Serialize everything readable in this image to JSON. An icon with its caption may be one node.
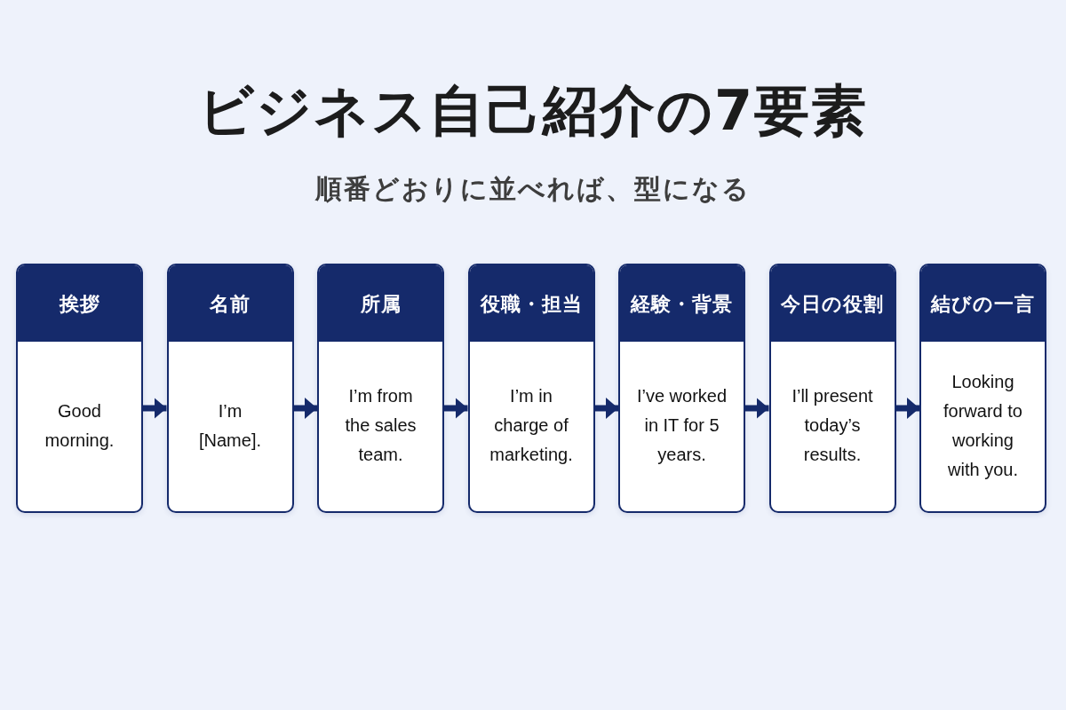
{
  "diagram": {
    "title": "ビジネス自己紹介の7要素",
    "nodes": [
      {
        "text": [
          "挨拶",
          "Good morning."
        ]
      },
      {
        "text": [
          "名前",
          "I’m [Name]."
        ]
      },
      {
        "text": [
          "所属",
          "I’m from the sales team."
        ]
      },
      {
        "text": [
          "役職・担当",
          "I’m in charge of marketing."
        ]
      },
      {
        "text": [
          "経験・背景",
          "I’ve worked in IT for 5 years."
        ]
      },
      {
        "text": [
          "今日の役割",
          "I’ll present today’s results."
        ]
      },
      {
        "text": [
          "結びの一言",
          "Looking forward to working with you."
        ]
      }
    ],
    "edges": [
      {
        "from": 0,
        "to": 1,
        "arrow": "to"
      },
      {
        "from": 1,
        "to": 2,
        "arrow": "to"
      },
      {
        "from": 2,
        "to": 3,
        "arrow": "to"
      },
      {
        "from": 3,
        "to": 4,
        "arrow": "to"
      },
      {
        "from": 4,
        "to": 5,
        "arrow": "to"
      },
      {
        "from": 5,
        "to": 6,
        "arrow": "to"
      }
    ],
    "labels": [
      "順番どおりに並べれば、型になる"
    ]
  }
}
